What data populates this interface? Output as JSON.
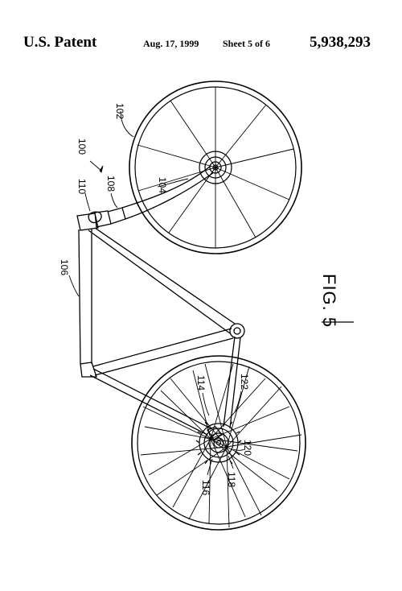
{
  "header": {
    "patent_label": "U.S. Patent",
    "date": "Aug. 17, 1999",
    "sheet": "Sheet 5 of 6",
    "patent_number": "5,938,293"
  },
  "figure": {
    "caption": "FIG. 5",
    "reference_numerals": [
      "100",
      "102",
      "104",
      "106",
      "108",
      "110",
      "114",
      "116",
      "118",
      "120",
      "122"
    ]
  }
}
